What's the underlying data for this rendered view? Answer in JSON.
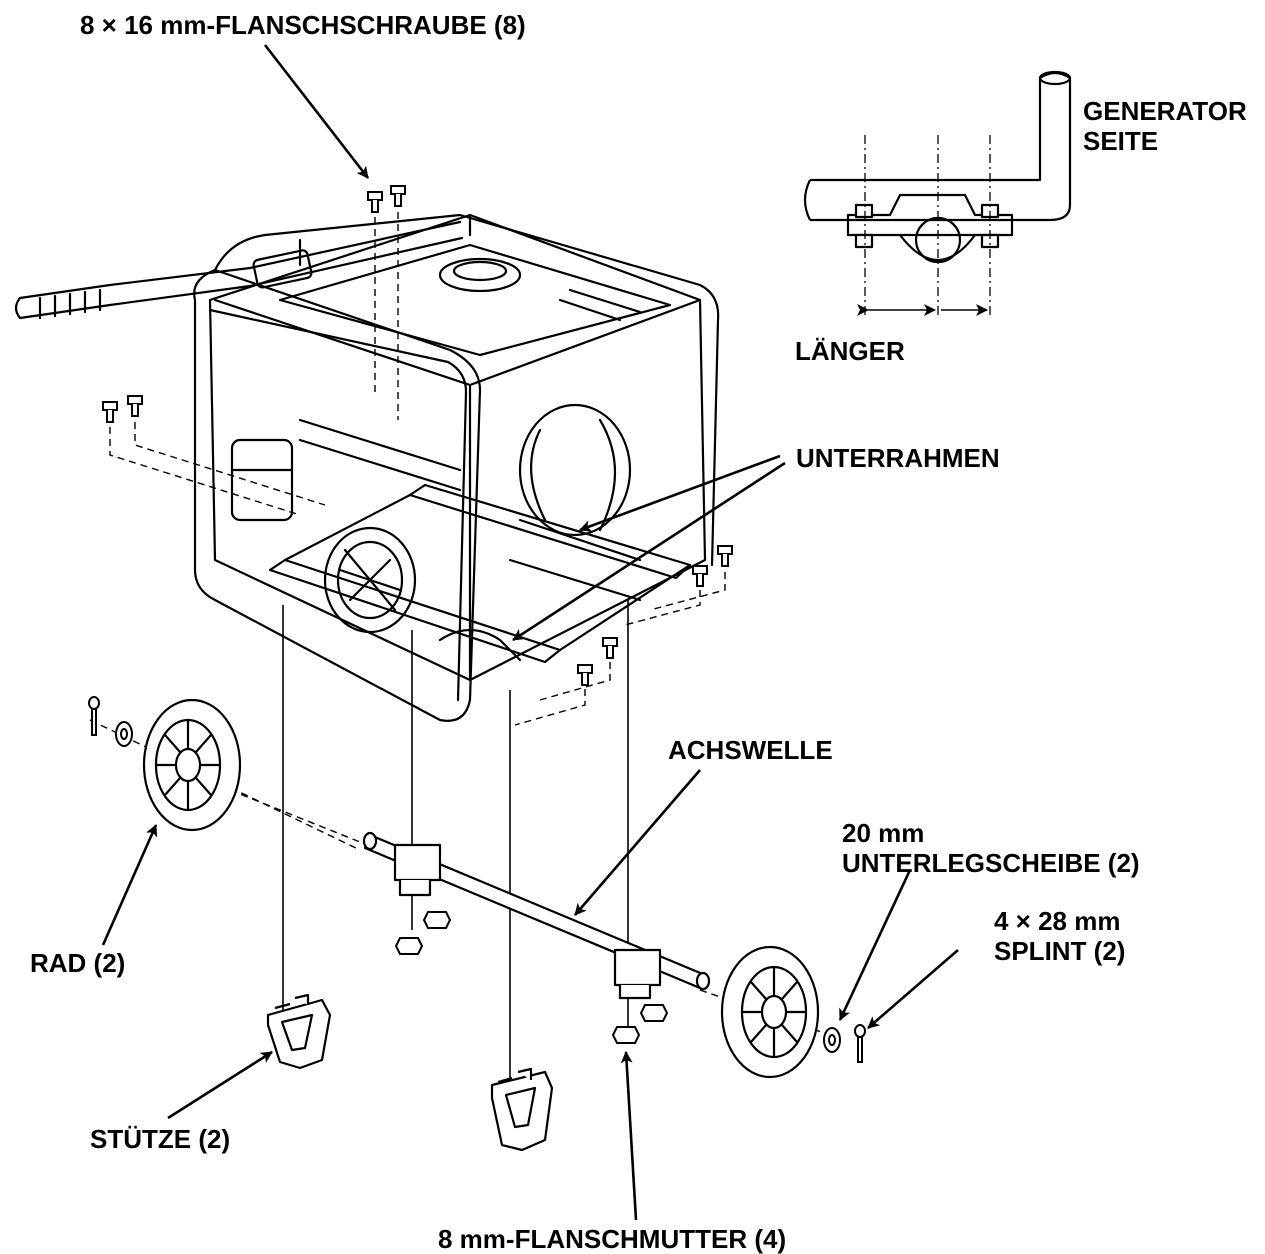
{
  "labels": {
    "flange_bolt": "8 × 16 mm-FLANSCHSCHRAUBE (8)",
    "generator_side_1": "GENERATOR",
    "generator_side_2": "SEITE",
    "longer": "LÄNGER",
    "subframe": "UNTERRAHMEN",
    "axle": "ACHSWELLE",
    "washer_1": "20 mm",
    "washer_2": "UNTERLEGSCHEIBE (2)",
    "cotter_pin_1": "4 × 28 mm",
    "cotter_pin_2": "SPLINT (2)",
    "wheel": "RAD (2)",
    "support": "STÜTZE (2)",
    "flange_nut": "8 mm-FLANSCHMUTTER (4)"
  },
  "colors": {
    "line": "#000000",
    "background": "#ffffff"
  }
}
